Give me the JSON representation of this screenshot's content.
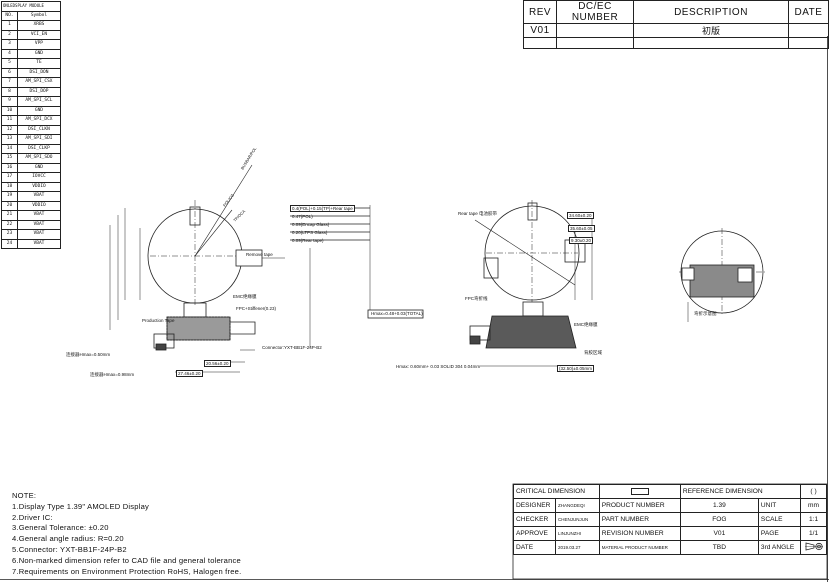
{
  "pin_table": {
    "caption": "ONLEDSPLAY MODULE",
    "headers": [
      "NO.",
      "Symbol"
    ],
    "rows": [
      [
        "1",
        "XRBS"
      ],
      [
        "2",
        "VCI_EN"
      ],
      [
        "3",
        "VPP"
      ],
      [
        "4",
        "GND"
      ],
      [
        "5",
        "TE"
      ],
      [
        "6",
        "DSI_DON"
      ],
      [
        "7",
        "AM_SPI_CSX"
      ],
      [
        "8",
        "DSI_DOP"
      ],
      [
        "9",
        "AM_SPI_SCL"
      ],
      [
        "10",
        "GND"
      ],
      [
        "11",
        "AM_SPI_DCX"
      ],
      [
        "12",
        "DSI_CLKN"
      ],
      [
        "13",
        "AM_SPI_SDI"
      ],
      [
        "14",
        "DSI_CLKP"
      ],
      [
        "15",
        "AM_SPI_SDO"
      ],
      [
        "16",
        "GND"
      ],
      [
        "17",
        "IOVCC"
      ],
      [
        "18",
        "VDDIO"
      ],
      [
        "19",
        "VBAT"
      ],
      [
        "20",
        "VDDIO"
      ],
      [
        "21",
        "VBAT"
      ],
      [
        "22",
        "VBAT"
      ],
      [
        "23",
        "VBAT"
      ],
      [
        "24",
        "VBAT"
      ]
    ]
  },
  "revision_table": {
    "headers": [
      "REV",
      "DC/EC NUMBER",
      "DESCRIPTION",
      "DATE"
    ],
    "rows": [
      [
        "V01",
        "",
        "初版",
        ""
      ]
    ]
  },
  "notes": {
    "title": "NOTE:",
    "items": [
      "1.Display Type 1.39\" AMOLED Display",
      "2.Driver IC:",
      "3.General Tolerance: ±0.20",
      "4.General angle radius: R=0.20",
      "5.Connector: YXT-BB1F-24P-B2",
      "6.Non-marked dimension refer to CAD file and general tolerance",
      "7.Requirements on Environment Protection RoHS, Halogen free."
    ]
  },
  "title_block": {
    "critical_dimension": "CRITICAL DIMENSION",
    "reference_dimension": "REFERENCE DIMENSION",
    "reference_symbol": "( )",
    "designer_label": "DESIGNER",
    "designer": "ZHANGDEQI",
    "checker_label": "CHECKER",
    "checker": "CHENJUNJUN",
    "approve_label": "APPROVE",
    "approver": "LINJUNZHI",
    "date_label": "DATE",
    "date": "2019.03.27",
    "product_number_label": "PRODUCT NUMBER",
    "product_number": "1.39",
    "part_number_label": "PART NUMBER",
    "part_number": "FOG",
    "revision_number_label": "REVISION NUMBER",
    "revision_number": "V01",
    "material_product_number_label": "MATERIAL PRODUCT NUMBER",
    "material_product_number": "TBD",
    "unit_label": "UNIT",
    "unit": "mm",
    "scale_label": "SCALE",
    "scale": "1:1",
    "page_label": "PAGE",
    "page": "1/1",
    "angle_label": "3rd ANGLE"
  },
  "drawing_labels": {
    "remove_tape": "Remove tape",
    "production_tape": "Production Tape",
    "connector": "Connector:YXT-BB1F-24P-B2",
    "bending_label": "弯折示意图",
    "rear_tape": "Rear tape"
  }
}
